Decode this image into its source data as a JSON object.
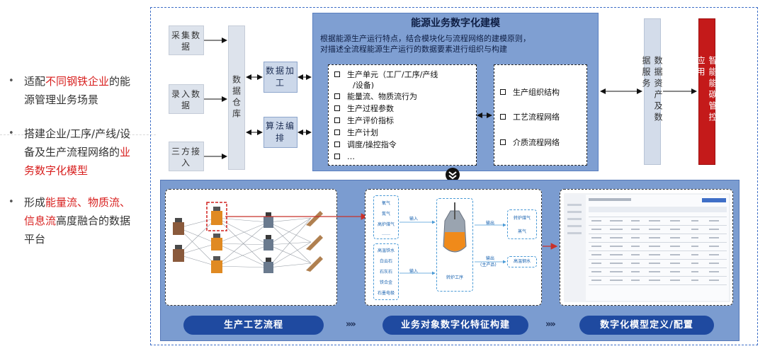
{
  "bullets": [
    {
      "parts": [
        {
          "t": "适配",
          "red": false
        },
        {
          "t": "不同钢铁企业",
          "red": true
        },
        {
          "t": "的能源管理业务场景",
          "red": false
        }
      ]
    },
    {
      "parts": [
        {
          "t": "搭建企业/工序/产线/设备及生产流程网络的",
          "red": false
        },
        {
          "t": "业务数字化模型",
          "red": true
        }
      ]
    },
    {
      "parts": [
        {
          "t": "形成",
          "red": false
        },
        {
          "t": "能量流、物质流、信息流",
          "red": true
        },
        {
          "t": "高度融合的数据平台",
          "red": false
        }
      ]
    }
  ],
  "sources": {
    "collect": "采集数据",
    "input": "录入数据",
    "third": "三方接入"
  },
  "warehouse": "数据仓库",
  "processing": {
    "data": "数据加工",
    "algo": "算法编排"
  },
  "model": {
    "title": "能源业务数字化建模",
    "desc_line1": "根据能源生产运行特点，结合模块化与流程网络的建模原则，",
    "desc_line2": "对描述全流程能源生产运行的数据要素进行组织与构建",
    "left_items": [
      "生产单元（工厂/工序/产线",
      "能量流、物质流行为",
      "生产过程参数",
      "生产评价指标",
      "生产计划",
      "调度/操控指令",
      "…"
    ],
    "left_item0_cont": "/设备)",
    "right_items": [
      "生产组织结构",
      "工艺流程网络",
      "介质流程网络"
    ]
  },
  "service": "数据资产及数据服务",
  "application": "智能能碳管控应用",
  "stages": {
    "labels": [
      "生产工艺流程",
      "业务对象数字化特征构建",
      "数字化模型定义/配置"
    ],
    "chevron": "»»"
  },
  "stage2": {
    "inputs_top": [
      "氧气",
      "氮气",
      "高炉煤气",
      "……"
    ],
    "inputs_bottom": [
      "高温铁水",
      "白云石",
      "石灰石",
      "铁合金",
      "石墨电极"
    ],
    "input_label": "输入",
    "process": "转炉工序",
    "output_label": "输出",
    "output_main_label": "输出",
    "output_main_sub": "(主产品)",
    "outputs_top": [
      "转炉煤气",
      "蒸气"
    ],
    "output_bottom": "高温钢水"
  },
  "colors": {
    "accent_red": "#d8201f",
    "navy": "#1f4aa0",
    "panel": "#7b9cd0",
    "app_red": "#c41a1a"
  }
}
